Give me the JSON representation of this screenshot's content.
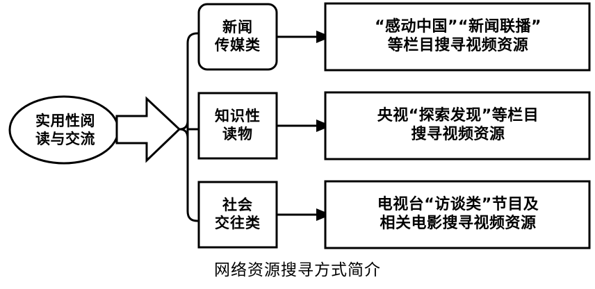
{
  "diagram": {
    "title": "网络资源搜寻方式简介",
    "source": {
      "label": "实用性阅\n读与交流",
      "shape": "ellipse"
    },
    "flow_arrow": {
      "name": "block-arrow",
      "direction": "right"
    },
    "brace": {
      "name": "curly-brace",
      "branches": 3
    },
    "rows": [
      {
        "category": "新闻\n传媒类",
        "description": "“感动中国”“新闻联播”\n等栏目搜寻视频资源",
        "connector": "arrow-right"
      },
      {
        "category": "知识性\n读物",
        "description": "央视“探索发现”等栏目\n搜寻视频资源",
        "connector": "arrow-right"
      },
      {
        "category": "社会\n交往类",
        "description": "电视台“访谈类”节目及\n相关电影搜寻视频资源",
        "connector": "arrow-right"
      }
    ],
    "colors": {
      "stroke": "#000000",
      "fill": "#ffffff",
      "text": "#000000"
    }
  }
}
